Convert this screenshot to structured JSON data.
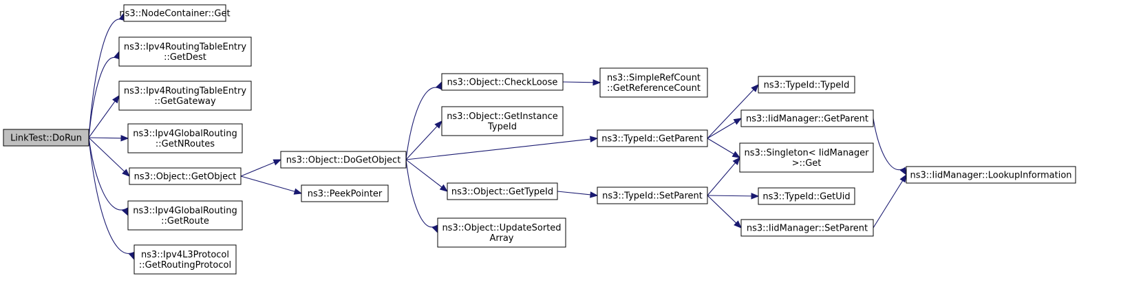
{
  "colors": {
    "edge": "#191970",
    "root_fill": "#bfbfbf",
    "node_fill": "#ffffff",
    "border": "#000000"
  },
  "nodes": {
    "dorun": {
      "lines": [
        "LinkTest::DoRun"
      ]
    },
    "nc_get": {
      "lines": [
        "ns3::NodeContainer::Get"
      ]
    },
    "rte_getdest": {
      "lines": [
        "ns3::Ipv4RoutingTableEntry",
        "::GetDest"
      ]
    },
    "rte_getgateway": {
      "lines": [
        "ns3::Ipv4RoutingTableEntry",
        "::GetGateway"
      ]
    },
    "gr_getnroutes": {
      "lines": [
        "ns3::Ipv4GlobalRouting",
        "::GetNRoutes"
      ]
    },
    "obj_getobject": {
      "lines": [
        "ns3::Object::GetObject"
      ]
    },
    "gr_getroute": {
      "lines": [
        "ns3::Ipv4GlobalRouting",
        "::GetRoute"
      ]
    },
    "l3_getroutingprotocol": {
      "lines": [
        "ns3::Ipv4L3Protocol",
        "::GetRoutingProtocol"
      ]
    },
    "obj_dogetobject": {
      "lines": [
        "ns3::Object::DoGetObject"
      ]
    },
    "peekpointer": {
      "lines": [
        "ns3::PeekPointer"
      ]
    },
    "obj_checkloose": {
      "lines": [
        "ns3::Object::CheckLoose"
      ]
    },
    "obj_getinstancetypeid": {
      "lines": [
        "ns3::Object::GetInstance",
        "TypeId"
      ]
    },
    "obj_gettypeid": {
      "lines": [
        "ns3::Object::GetTypeId"
      ]
    },
    "obj_updatesortedarray": {
      "lines": [
        "ns3::Object::UpdateSorted",
        "Array"
      ]
    },
    "src_getreferencecount": {
      "lines": [
        "ns3::SimpleRefCount",
        "::GetReferenceCount"
      ]
    },
    "typeid_getparent": {
      "lines": [
        "ns3::TypeId::GetParent"
      ]
    },
    "typeid_setparent": {
      "lines": [
        "ns3::TypeId::SetParent"
      ]
    },
    "typeid_typeid": {
      "lines": [
        "ns3::TypeId::TypeId"
      ]
    },
    "iid_getparent": {
      "lines": [
        "ns3::IidManager::GetParent"
      ]
    },
    "singleton_get": {
      "lines": [
        "ns3::Singleton< IidManager",
        ">::Get"
      ]
    },
    "typeid_getuid": {
      "lines": [
        "ns3::TypeId::GetUid"
      ]
    },
    "iid_setparent": {
      "lines": [
        "ns3::IidManager::SetParent"
      ]
    },
    "iid_lookupinformation": {
      "lines": [
        "ns3::IidManager::LookupInformation"
      ]
    }
  },
  "edges": [
    [
      "dorun",
      "nc_get"
    ],
    [
      "dorun",
      "rte_getdest"
    ],
    [
      "dorun",
      "rte_getgateway"
    ],
    [
      "dorun",
      "gr_getnroutes"
    ],
    [
      "dorun",
      "obj_getobject"
    ],
    [
      "dorun",
      "gr_getroute"
    ],
    [
      "dorun",
      "l3_getroutingprotocol"
    ],
    [
      "obj_getobject",
      "obj_dogetobject"
    ],
    [
      "obj_getobject",
      "peekpointer"
    ],
    [
      "obj_dogetobject",
      "obj_checkloose"
    ],
    [
      "obj_dogetobject",
      "obj_getinstancetypeid"
    ],
    [
      "obj_dogetobject",
      "typeid_getparent"
    ],
    [
      "obj_dogetobject",
      "obj_gettypeid"
    ],
    [
      "obj_dogetobject",
      "obj_updatesortedarray"
    ],
    [
      "obj_checkloose",
      "src_getreferencecount"
    ],
    [
      "typeid_getparent",
      "typeid_typeid"
    ],
    [
      "typeid_getparent",
      "iid_getparent"
    ],
    [
      "typeid_getparent",
      "singleton_get"
    ],
    [
      "obj_gettypeid",
      "typeid_setparent"
    ],
    [
      "typeid_setparent",
      "singleton_get"
    ],
    [
      "typeid_setparent",
      "typeid_getuid"
    ],
    [
      "typeid_setparent",
      "iid_setparent"
    ],
    [
      "iid_getparent",
      "iid_lookupinformation"
    ],
    [
      "iid_setparent",
      "iid_lookupinformation"
    ]
  ]
}
